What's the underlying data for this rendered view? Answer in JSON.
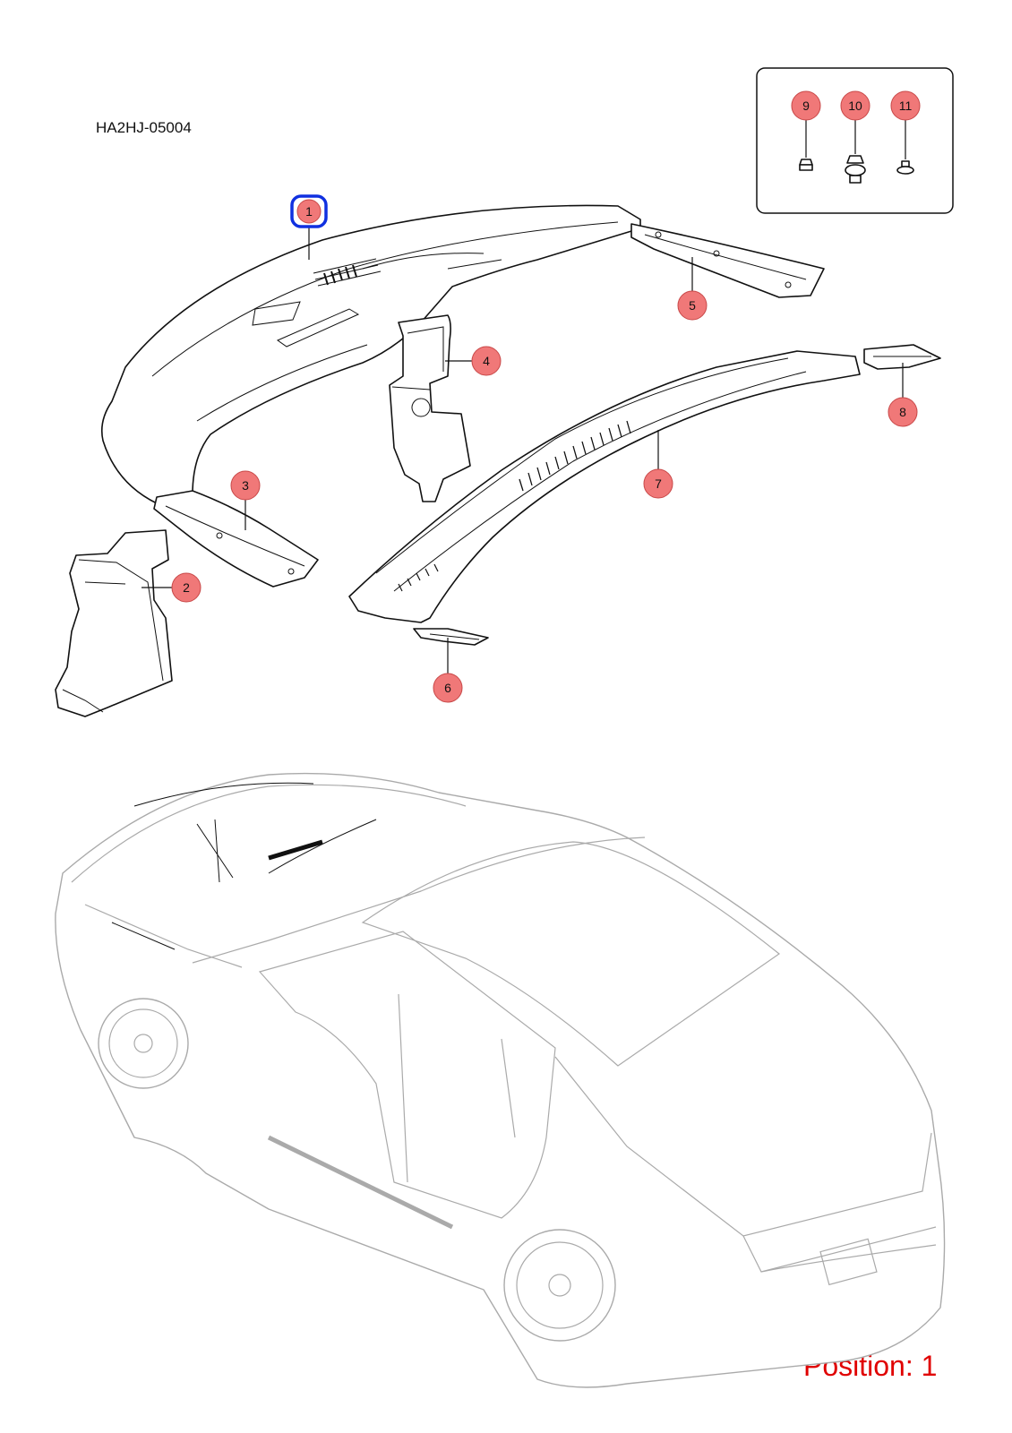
{
  "diagram_code": "HA2HJ-05004",
  "position_label": "Position: 1",
  "selected_callout": "1",
  "callouts": [
    "1",
    "2",
    "3",
    "4",
    "5",
    "6",
    "7",
    "8",
    "9",
    "10",
    "11"
  ],
  "colors": {
    "callout_fill": "#f07878",
    "selected_outline": "#1030e0",
    "position_text": "#e00000"
  }
}
